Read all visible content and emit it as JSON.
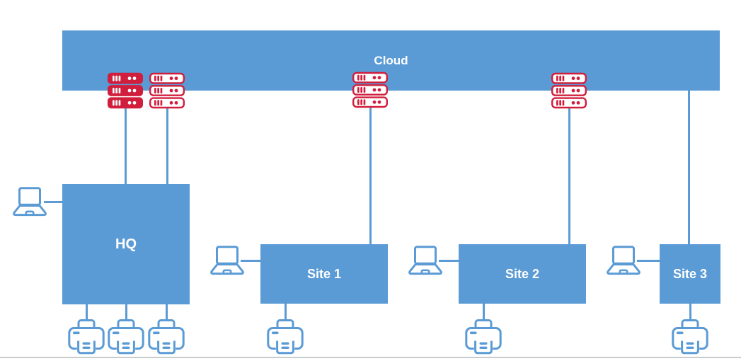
{
  "diagram": {
    "nodes": {
      "cloud": {
        "label": "Cloud"
      },
      "hq": {
        "label": "HQ"
      },
      "site1": {
        "label": "Site 1"
      },
      "site2": {
        "label": "Site 2"
      },
      "site3": {
        "label": "Site 3"
      }
    },
    "devices": {
      "server_stacks": [
        {
          "at": "hq",
          "style": "filled-red"
        },
        {
          "at": "hq",
          "style": "outline-red"
        },
        {
          "at": "site1",
          "style": "outline-red"
        },
        {
          "at": "site2",
          "style": "outline-red"
        }
      ],
      "laptop_count": 4,
      "printer_count": 6
    },
    "colors": {
      "node_blue": "#5b9bd5",
      "server_red": "#d01e3c",
      "connector_blue": "#5b9bd5",
      "divider_gray": "#c9cbcd",
      "label_text": "#ffffff"
    }
  }
}
